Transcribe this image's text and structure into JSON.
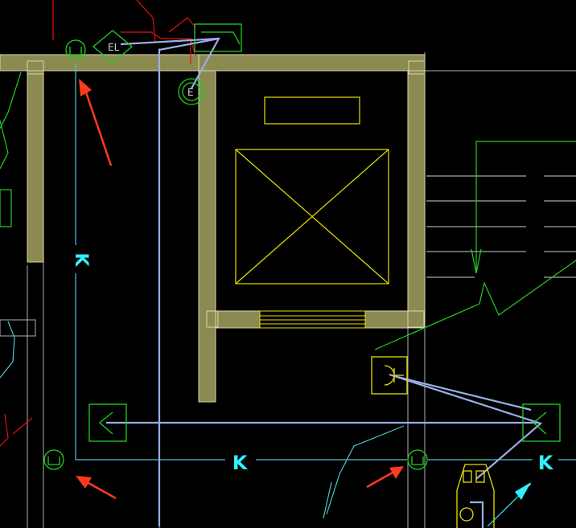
{
  "labels": {
    "k_vertical": "K",
    "k_bottom": "K",
    "k_right": "K",
    "el_symbol": "EL",
    "e_symbol": "E"
  },
  "colors": {
    "background": "#000000",
    "wall": "#8b8a50",
    "wall_edge": "#d8d8b0",
    "elevator_car": "#e8e000",
    "cyan_wire": "#4cc8d0",
    "blue_wire": "#9aaee8",
    "green_symbol": "#22d022",
    "red_line": "#e01010",
    "arrow": "#ff3a1e",
    "k_text": "#30f0ff",
    "grid_line": "#b0b0b0"
  },
  "icons": [
    "double-junction-icon",
    "light-fixture-icon",
    "emergency-light-icon",
    "exit-sign-icon",
    "switch-icon",
    "elevator-car-icon",
    "stair-break-icon",
    "arrow-icon"
  ]
}
